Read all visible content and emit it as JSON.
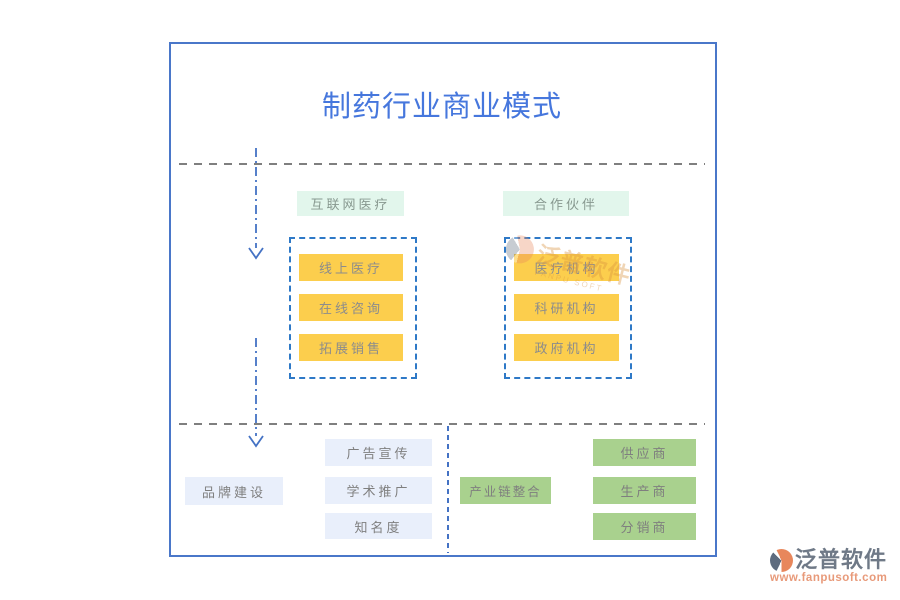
{
  "title": "制药行业商业模式",
  "sections": {
    "internet_medical": {
      "header": "互联网医疗",
      "items": [
        "线上医疗",
        "在线咨询",
        "拓展销售"
      ]
    },
    "partners": {
      "header": "合作伙伴",
      "items": [
        "医疗机构",
        "科研机构",
        "政府机构"
      ]
    },
    "brand": {
      "label": "品牌建设",
      "items": [
        "广告宣传",
        "学术推广",
        "知名度"
      ]
    },
    "industry_chain": {
      "label": "产业链整合",
      "items": [
        "供应商",
        "生产商",
        "分销商"
      ]
    }
  },
  "watermark": {
    "text": "泛普软件",
    "subtext": "FANPU SOFT"
  },
  "vendor": {
    "name": "泛普软件",
    "url": "www.fanpusoft.com"
  },
  "colors": {
    "frame_border": "#4A77C9",
    "title_blue": "#4677DD",
    "dashed_group_border": "#2E79C7",
    "gray_dash": "#7F7F7F",
    "mint_box": "#E2F6EC",
    "orange_box": "#FCCE4D",
    "lightblue_box": "#E9EFFB",
    "green_box": "#A9D18E",
    "logo_orange": "#E8875C",
    "logo_slate": "#5E6B7E",
    "url_orange": "#E89A7A"
  }
}
